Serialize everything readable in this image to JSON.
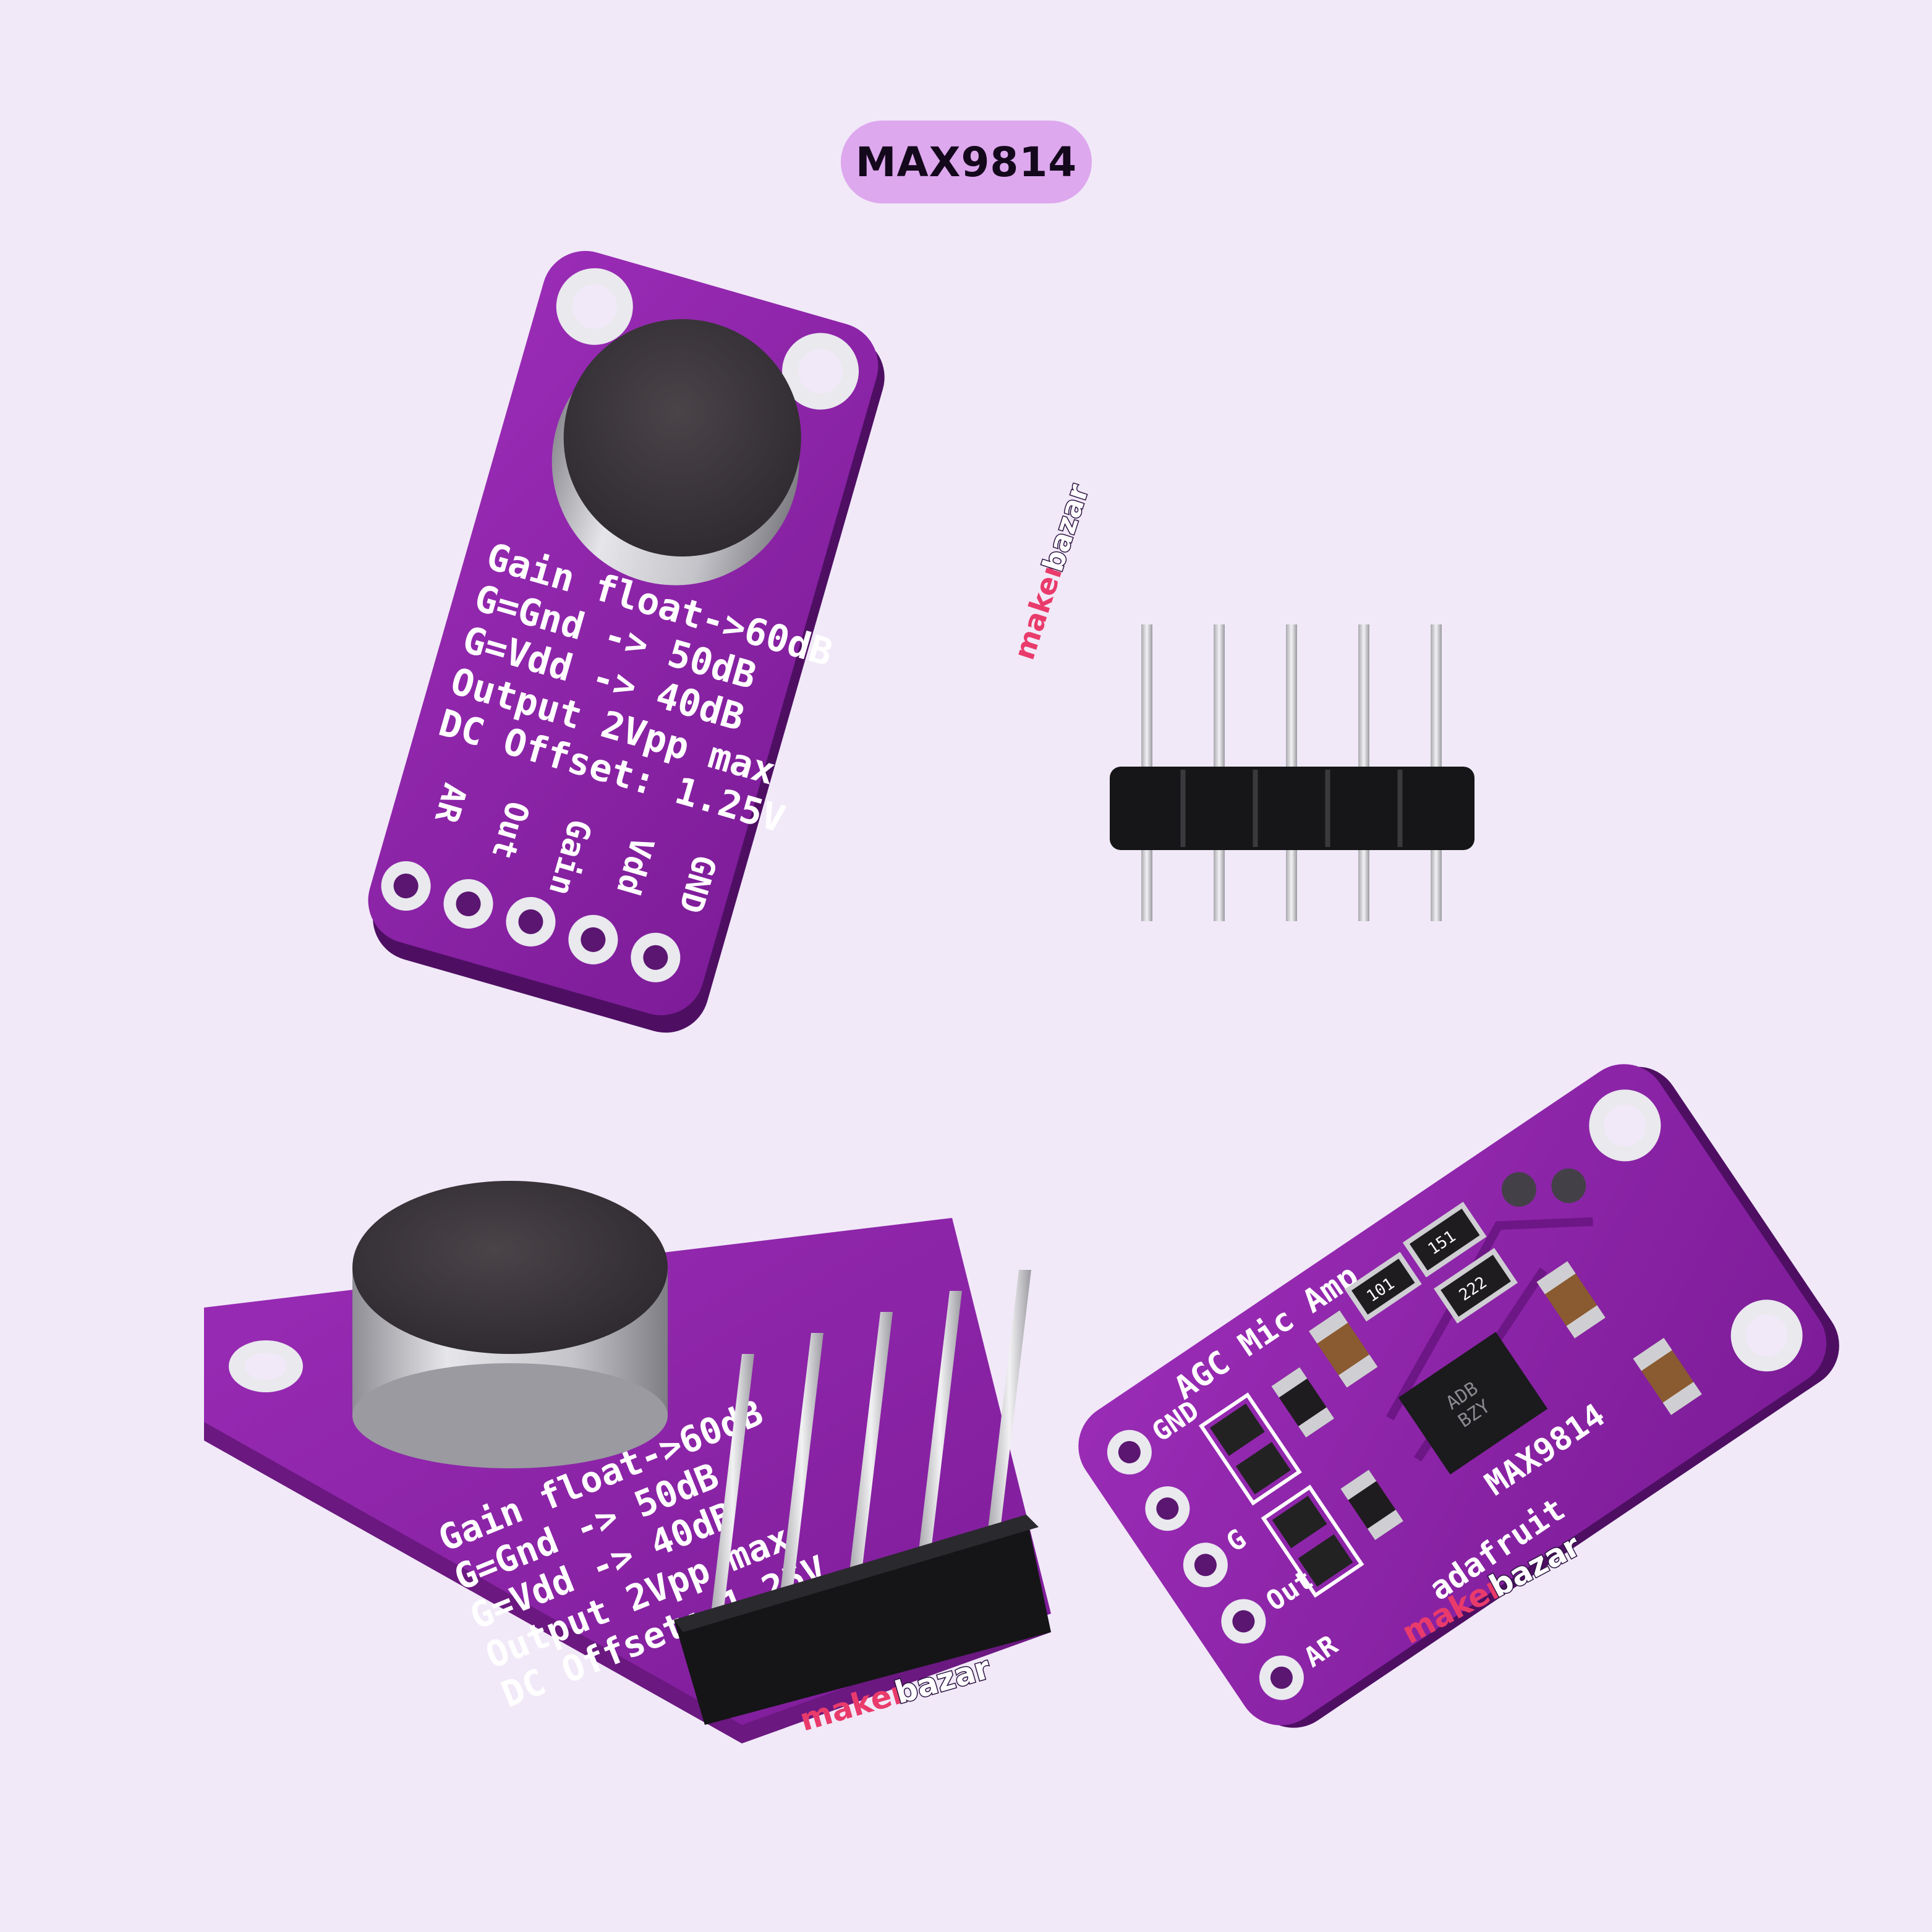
{
  "header": {
    "title": "MAX9814"
  },
  "colors": {
    "background": "#f1e9f8",
    "pill": "#dda8ee",
    "pcb": "#8a22a6",
    "pcb_dark": "#5a1470",
    "pad": "#e8e8ec",
    "mic_foam": "#3a353b",
    "mic_metal": "#c8c8cc",
    "header_plastic": "#1a1a1c",
    "pin": "#d9d9dc"
  },
  "front_board": {
    "silkscreen_lines": [
      "Gain float->60dB",
      "G=Gnd -> 50dB",
      "G=Vdd -> 40dB",
      "Output 2Vpp max",
      "DC Offset: 1.25V"
    ],
    "pin_labels": [
      "AR",
      "Out",
      "Gain",
      "Vdd",
      "GND"
    ],
    "watermark": {
      "prefix": "maker",
      "suffix": "bazar"
    }
  },
  "angled_board": {
    "silkscreen_lines": [
      "Gain float->60dB",
      "G=Gnd -> 50dB",
      "G=Vdd -> 40dB",
      "Output 2Vpp max",
      "DC Offset: 1.25V"
    ],
    "watermark": {
      "prefix": "maker",
      "suffix": "bazar"
    }
  },
  "back_board": {
    "title_silk": "AGC Mic Amp",
    "chip_label": "MAX9814",
    "brand": "adafruit",
    "chip_marking": [
      "ADB",
      "BZY"
    ],
    "component_codes": [
      "151",
      "222",
      "101"
    ],
    "pin_labels": [
      "GND",
      "G",
      "Out",
      "AR"
    ],
    "watermark": {
      "prefix": "maker",
      "suffix": "bazar"
    }
  },
  "header_strip": {
    "pin_count": 5
  }
}
